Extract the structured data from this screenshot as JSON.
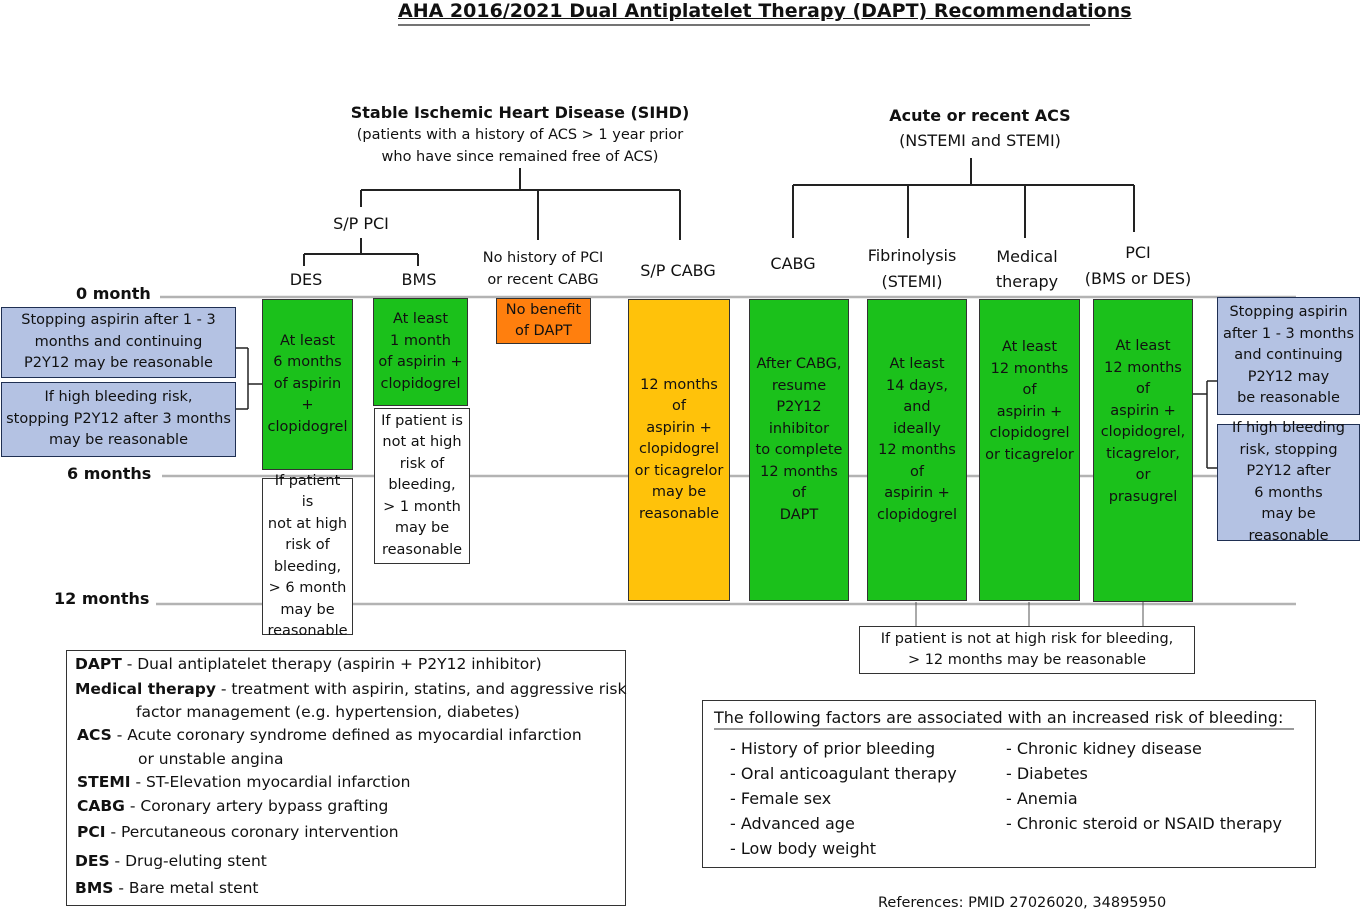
{
  "title": "AHA 2016/2021 Dual Antiplatelet Therapy (DAPT) Recommendations",
  "sihd": {
    "title": "Stable Ischemic Heart Disease (SIHD)",
    "subtitle_line1": "(patients with a history of ACS > 1 year prior",
    "subtitle_line2": "who have since remained free of ACS)",
    "sp_pci": "S/P PCI",
    "des": "DES",
    "bms": "BMS",
    "no_history_line1": "No history of PCI",
    "no_history_line2": "or recent CABG",
    "sp_cabg": "S/P CABG"
  },
  "acs": {
    "title": "Acute or recent ACS",
    "subtitle": "(NSTEMI and STEMI)",
    "cabg": "CABG",
    "fibrinolysis_line1": "Fibrinolysis",
    "fibrinolysis_line2": "(STEMI)",
    "medical_line1": "Medical",
    "medical_line2": "therapy",
    "pci_line1": "PCI",
    "pci_line2": "(BMS or DES)"
  },
  "timeline": {
    "month0": "0 month",
    "month6": "6 months",
    "month12": "12 months"
  },
  "boxes": {
    "des_green": "At least\n6 months\nof aspirin +\nclopidogrel",
    "des_white": "If patient is\nnot at high\nrisk of\nbleeding,\n> 6 month\nmay be\nreasonable",
    "bms_green": "At least\n1 month\nof aspirin +\nclopidogrel",
    "bms_white": "If patient is\nnot at high\nrisk of\nbleeding,\n> 1 month\nmay be\nreasonable",
    "no_benefit": "No benefit\nof DAPT",
    "sp_cabg_yellow": "12 months of\naspirin +\nclopidogrel\nor ticagrelor\nmay be\nreasonable",
    "cabg_green": "After CABG,\nresume P2Y12\ninhibitor\nto complete\n12 months of\nDAPT",
    "fibrinolysis_green": "At least\n14 days, and\nideally\n12 months of\naspirin +\nclopidogrel",
    "medical_green": "At least\n12 months of\naspirin +\nclopidogrel\nor ticagrelor",
    "pci_green": "At least\n12 months of\naspirin +\nclopidogrel,\nticagrelor, or\nprasugrel",
    "acs_extend": "If patient is not at high risk for bleeding,\n> 12 months may be reasonable",
    "left_stop_aspirin": "Stopping aspirin after 1 - 3\nmonths and continuing\nP2Y12 may be reasonable",
    "left_bleed": "If high bleeding risk,\nstopping P2Y12 after 3 months\nmay be reasonable",
    "right_stop_aspirin": "Stopping aspirin\nafter 1 - 3 months\nand continuing\nP2Y12 may\nbe reasonable",
    "right_bleed": "If high bleeding\nrisk,  stopping\nP2Y12 after\n6 months\nmay be reasonable"
  },
  "legend": [
    {
      "term": "DAPT",
      "def": " - Dual antiplatelet therapy (aspirin + P2Y12 inhibitor)",
      "cont": ""
    },
    {
      "term": "Medical therapy",
      "def": " - treatment with aspirin, statins, and aggressive risk",
      "cont": "factor management (e.g. hypertension, diabetes)"
    },
    {
      "term": "ACS",
      "def": " - Acute coronary syndrome defined as myocardial infarction",
      "cont": "or unstable angina"
    },
    {
      "term": "STEMI",
      "def": " - ST-Elevation myocardial infarction",
      "cont": ""
    },
    {
      "term": "CABG",
      "def": " - Coronary artery bypass grafting",
      "cont": ""
    },
    {
      "term": "PCI",
      "def": " - Percutaneous coronary intervention",
      "cont": ""
    },
    {
      "term": "DES",
      "def": " - Drug-eluting stent",
      "cont": ""
    },
    {
      "term": "BMS",
      "def": " - Bare metal stent",
      "cont": ""
    }
  ],
  "bleeding": {
    "title": "The following factors are associated with an increased risk of bleeding:",
    "left": [
      "- History of prior bleeding",
      "- Oral anticoagulant therapy",
      "- Female sex",
      "- Advanced age",
      "- Low body weight"
    ],
    "right": [
      "- Chronic kidney disease",
      "- Diabetes",
      "- Anemia",
      "- Chronic steroid or NSAID therapy"
    ]
  },
  "references": "References: PMID 27026020, 34895950"
}
